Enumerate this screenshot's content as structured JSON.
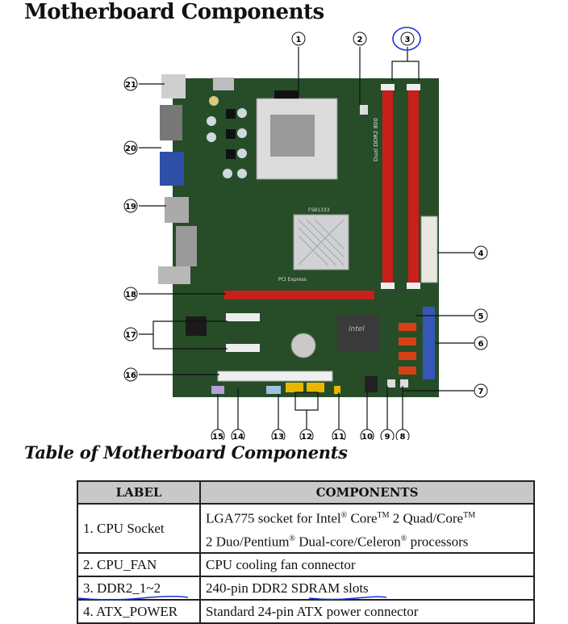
{
  "page": {
    "title": "Motherboard Components",
    "subtitle": "Table of Motherboard Components"
  },
  "board": {
    "callouts": [
      "1",
      "2",
      "3",
      "4",
      "5",
      "6",
      "7",
      "8",
      "9",
      "10",
      "11",
      "12",
      "13",
      "14",
      "15",
      "16",
      "17",
      "18",
      "19",
      "20",
      "21"
    ],
    "silk_pci": "PCI Express",
    "silk_fsb": "FSB1333",
    "silk_ddr": "Dual DDR2 800",
    "chip_brand": "intel",
    "colors": {
      "pcb": "#264d28",
      "dimm": "#c8201a",
      "sata": "#d64016",
      "ide": "#3558b8",
      "annot": "#1a33d6"
    }
  },
  "table": {
    "headers": [
      "LABEL",
      "COMPONENTS"
    ],
    "rows": [
      {
        "label": "1. CPU Socket",
        "desc_line1_a": "LGA775 socket for Intel",
        "sup1": "®",
        "desc_line1_b": " Core",
        "sup2": "TM",
        "desc_line1_c": " 2 Quad/Core",
        "sup3": "TM",
        "desc_line2_a": "2 Duo/Pentium",
        "sup4": "®",
        "desc_line2_b": " Dual-core/Celeron",
        "sup5": "®",
        "desc_line2_c": " processors"
      },
      {
        "label": "2. CPU_FAN",
        "desc": "CPU cooling fan connector"
      },
      {
        "label": "3. DDR2_1~2",
        "desc": "240-pin DDR2 SDRAM slots"
      },
      {
        "label": "4. ATX_POWER",
        "desc": "Standard 24-pin ATX power connector"
      }
    ]
  }
}
